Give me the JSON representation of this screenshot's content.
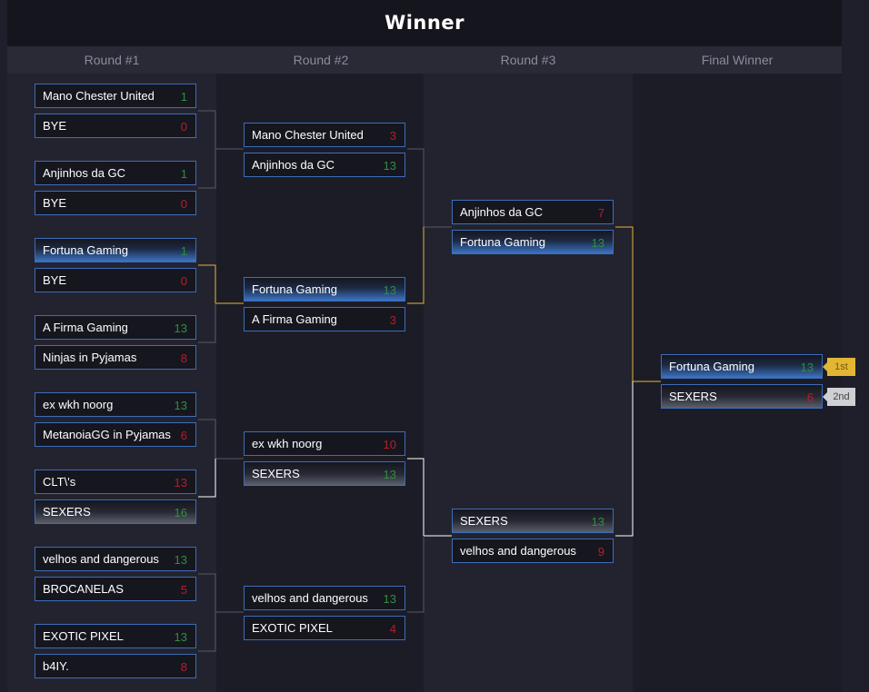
{
  "title": "Winner",
  "rounds": [
    "Round #1",
    "Round #2",
    "Round #3",
    "Final Winner"
  ],
  "colors": {
    "win_score": "#2f8f3c",
    "lose_score": "#b0202a",
    "slot_border": "#3d6db8",
    "path_highlight": "#e2b634"
  },
  "round1": [
    {
      "name": "Mano Chester United",
      "score": "1",
      "result": "win"
    },
    {
      "name": "BYE",
      "score": "0",
      "result": "lose"
    },
    {
      "name": "Anjinhos da GC",
      "score": "1",
      "result": "win"
    },
    {
      "name": "BYE",
      "score": "0",
      "result": "lose"
    },
    {
      "name": "Fortuna Gaming",
      "score": "1",
      "result": "win"
    },
    {
      "name": "BYE",
      "score": "0",
      "result": "lose"
    },
    {
      "name": "A Firma Gaming",
      "score": "13",
      "result": "win"
    },
    {
      "name": "Ninjas in Pyjamas",
      "score": "8",
      "result": "lose"
    },
    {
      "name": "ex wkh noorg",
      "score": "13",
      "result": "win"
    },
    {
      "name": "MetanoiaGG in Pyjamas",
      "score": "6",
      "result": "lose"
    },
    {
      "name": "CLT\\'s",
      "score": "13",
      "result": "lose"
    },
    {
      "name": "SEXERS",
      "score": "16",
      "result": "win"
    },
    {
      "name": "velhos and dangerous",
      "score": "13",
      "result": "win"
    },
    {
      "name": "BROCANELAS",
      "score": "5",
      "result": "lose"
    },
    {
      "name": "EXOTIC PIXEL",
      "score": "13",
      "result": "win"
    },
    {
      "name": "b4IY.",
      "score": "8",
      "result": "lose"
    }
  ],
  "round2": [
    {
      "name": "Mano Chester United",
      "score": "3",
      "result": "lose"
    },
    {
      "name": "Anjinhos da GC",
      "score": "13",
      "result": "win"
    },
    {
      "name": "Fortuna Gaming",
      "score": "13",
      "result": "win"
    },
    {
      "name": "A Firma Gaming",
      "score": "3",
      "result": "lose"
    },
    {
      "name": "ex wkh noorg",
      "score": "10",
      "result": "lose"
    },
    {
      "name": "SEXERS",
      "score": "13",
      "result": "win"
    },
    {
      "name": "velhos and dangerous",
      "score": "13",
      "result": "win"
    },
    {
      "name": "EXOTIC PIXEL",
      "score": "4",
      "result": "lose"
    }
  ],
  "round3": [
    {
      "name": "Anjinhos da GC",
      "score": "7",
      "result": "lose"
    },
    {
      "name": "Fortuna Gaming",
      "score": "13",
      "result": "win"
    },
    {
      "name": "SEXERS",
      "score": "13",
      "result": "win"
    },
    {
      "name": "velhos and dangerous",
      "score": "9",
      "result": "lose"
    }
  ],
  "final": [
    {
      "name": "Fortuna Gaming",
      "score": "13",
      "result": "win",
      "place": "1st"
    },
    {
      "name": "SEXERS",
      "score": "6",
      "result": "lose",
      "place": "2nd"
    }
  ]
}
